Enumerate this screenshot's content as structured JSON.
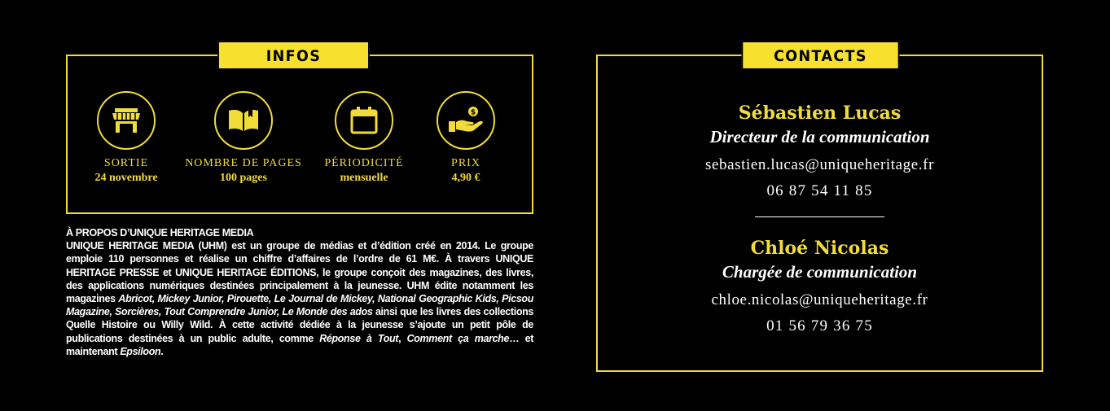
{
  "infos": {
    "title": "INFOS PRATIQUES",
    "items": [
      {
        "icon": "shop-icon",
        "label": "SORTIE",
        "value": "24 novembre"
      },
      {
        "icon": "book-icon",
        "label": "NOMBRE DE PAGES",
        "value": "100 pages"
      },
      {
        "icon": "calendar-icon",
        "label": "PÉRIODICITÉ",
        "value": "mensuelle"
      },
      {
        "icon": "price-hand-icon",
        "label": "PRIX",
        "value": "4,90 €"
      }
    ]
  },
  "about": {
    "title": "À PROPOS D’UNIQUE HERITAGE MEDIA",
    "p1": "UNIQUE HERITAGE MEDIA (UHM) est un groupe de médias et d’édition créé en 2014. Le groupe emploie 110 personnes et réalise un chiffre d’affaires de l’ordre de 61 M€. À travers UNIQUE HERITAGE PRESSE et UNIQUE HERITAGE ÉDITIONS, le groupe conçoit des magazines, des livres, des applications numériques destinées principalement à la jeunesse. UHM édite notamment les magazines ",
    "mags": "Abricot, Mickey Junior, Pirouette, Le Journal de Mickey, National Geographic Kids, Picsou Magazine, Sorcières, Tout Comprendre Junior, Le Monde des ados",
    "p2": " ainsi que les livres des collections Quelle Histoire ou Willy Wild. À cette activité dédiée à la jeunesse s’ajoute un petit pôle de publications destinées à un public adulte, comme ",
    "adult1": "Réponse à Tout",
    "sep": ", ",
    "adult2": "Comment ça marche",
    "p3": "… et maintenant ",
    "adult3": "Epsiloon",
    "end": "."
  },
  "contacts": {
    "title": "CONTACTS PRESSE",
    "people": [
      {
        "name": "Sébastien Lucas",
        "role": "Directeur de la communication",
        "email": "sebastien.lucas@uniqueheritage.fr",
        "phone": "06 87 54 11 85"
      },
      {
        "name": "Chloé Nicolas",
        "role": "Chargée de communication",
        "email": "chloe.nicolas@uniqueheritage.fr",
        "phone": "01 56 79 36 75"
      }
    ]
  },
  "colors": {
    "accent": "#f2dc3a",
    "background": "#000000"
  }
}
